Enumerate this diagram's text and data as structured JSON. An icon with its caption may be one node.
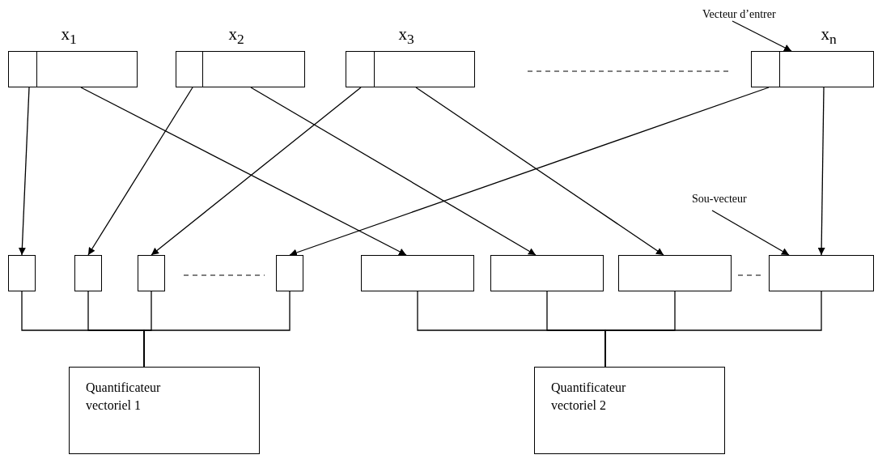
{
  "diagram": {
    "nodes": [
      {
        "text": [
          "x$_{1}$"
        ]
      },
      {
        "text": [],
        "shape": "box",
        "in": 0
      },
      {
        "text": [],
        "shape": "box",
        "in": 0
      },
      {
        "text": [
          "x$_{2}$"
        ]
      },
      {
        "text": [],
        "shape": "box",
        "in": 3
      },
      {
        "text": [],
        "shape": "box",
        "in": 3
      },
      {
        "text": [
          "x$_{3}$"
        ]
      },
      {
        "text": [],
        "shape": "box",
        "in": 6
      },
      {
        "text": [],
        "shape": "box",
        "in": 6
      },
      {
        "text": [
          "x$_{n}$"
        ]
      },
      {
        "text": [],
        "shape": "box",
        "in": 9
      },
      {
        "text": [],
        "shape": "box",
        "in": 9
      },
      {
        "text": [
          "Vecteur d’entrer"
        ]
      },
      {
        "text": [
          "Sou-vecteur"
        ]
      },
      {
        "text": [],
        "shape": "box"
      },
      {
        "text": [],
        "shape": "box"
      },
      {
        "text": [],
        "shape": "box"
      },
      {
        "text": [],
        "shape": "box"
      },
      {
        "text": [],
        "shape": "box"
      },
      {
        "text": [],
        "shape": "box"
      },
      {
        "text": [],
        "shape": "box"
      },
      {
        "text": [],
        "shape": "box"
      },
      {
        "text": [
          "Quantificateur vectoriel 1"
        ]
      },
      {
        "text": [
          "Quantificateur vectoriel 2"
        ]
      }
    ],
    "edges": [
      {
        "from": 1,
        "to": 14,
        "arrow": "to"
      },
      {
        "from": 2,
        "to": 18,
        "arrow": "to"
      },
      {
        "from": 4,
        "to": 15,
        "arrow": "to"
      },
      {
        "from": 5,
        "to": 19,
        "arrow": "to"
      },
      {
        "from": 7,
        "to": 16,
        "arrow": "to"
      },
      {
        "from": 8,
        "to": 20,
        "arrow": "to"
      },
      {
        "from": 10,
        "to": 17,
        "arrow": "to"
      },
      {
        "from": 11,
        "to": 21,
        "arrow": "to"
      },
      {
        "from": 12,
        "to": 9,
        "arrow": "to"
      },
      {
        "from": 13,
        "to": 21,
        "arrow": "to"
      },
      {
        "from": 14,
        "to": 22,
        "arrow": "none"
      },
      {
        "from": 15,
        "to": 22,
        "arrow": "none"
      },
      {
        "from": 16,
        "to": 22,
        "arrow": "none"
      },
      {
        "from": 17,
        "to": 22,
        "arrow": "none"
      },
      {
        "from": 18,
        "to": 23,
        "arrow": "none"
      },
      {
        "from": 19,
        "to": 23,
        "arrow": "none"
      },
      {
        "from": 20,
        "to": 23,
        "arrow": "none"
      },
      {
        "from": 21,
        "to": 23,
        "arrow": "none"
      }
    ]
  }
}
